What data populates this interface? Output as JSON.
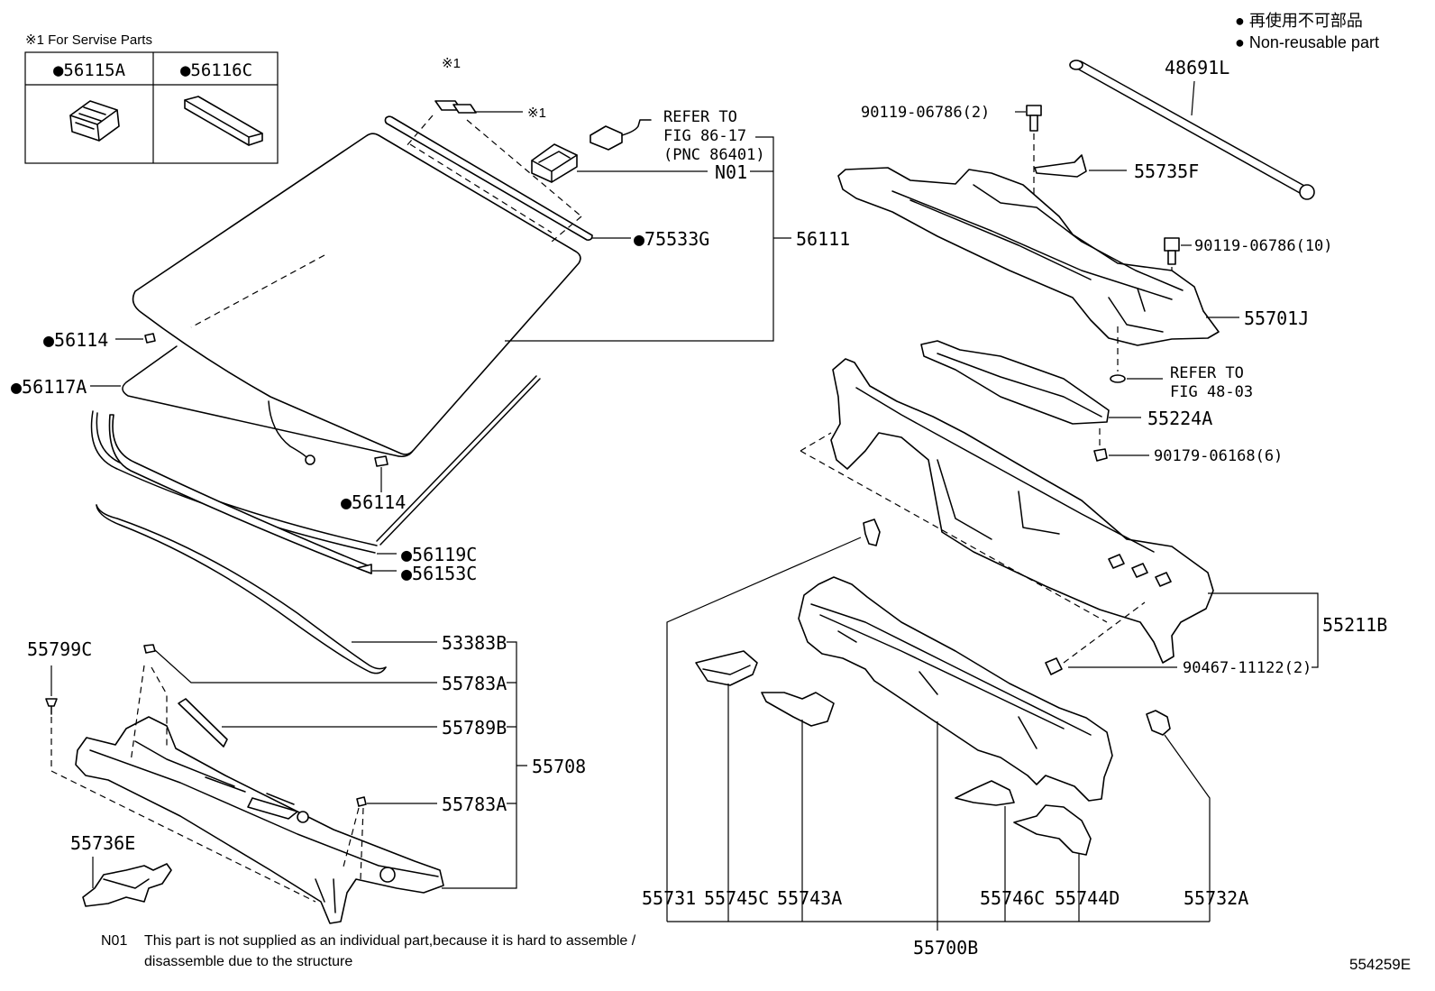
{
  "service_note": "※1 For Servise Parts",
  "service_parts": {
    "col1": "●56115A",
    "col2": "●56116C"
  },
  "legend": {
    "jp": "● 再使用不可部品",
    "en": "● Non-reusable part"
  },
  "marks": {
    "asterisk_top": "※1",
    "asterisk_side": "※1"
  },
  "refer_fig86": {
    "line1": "REFER TO",
    "line2": "FIG 86-17",
    "line3": "(PNC 86401)"
  },
  "refer_fig48": {
    "line1": "REFER TO",
    "line2": "FIG 48-03"
  },
  "parts": {
    "n01": "N01",
    "p75533g": "●75533G",
    "p56111": "56111",
    "p56114_a": "●56114",
    "p56117a": "●56117A",
    "p56114_b": "●56114",
    "p56119c": "●56119C",
    "p56153c": "●56153C",
    "p53383b": "53383B",
    "p55783a_a": "55783A",
    "p55789b": "55789B",
    "p55708": "55708",
    "p55783a_b": "55783A",
    "p55799c": "55799C",
    "p55736e": "55736E",
    "p48691l": "48691L",
    "p90119_2": "90119-06786(2)",
    "p55735f": "55735F",
    "p90119_10": "90119-06786(10)",
    "p55701j": "55701J",
    "p55224a": "55224A",
    "p90179": "90179-06168(6)",
    "p55211b": "55211B",
    "p90467": "90467-11122(2)",
    "p55731": "55731",
    "p55745c": "55745C",
    "p55743a": "55743A",
    "p55746c": "55746C",
    "p55744d": "55744D",
    "p55732a": "55732A",
    "p55700b": "55700B"
  },
  "footnote": {
    "code": "N01",
    "line1": "This part is not supplied as an individual part,because it is hard to assemble /",
    "line2": "disassemble due to the structure"
  },
  "drawing_number": "554259E"
}
